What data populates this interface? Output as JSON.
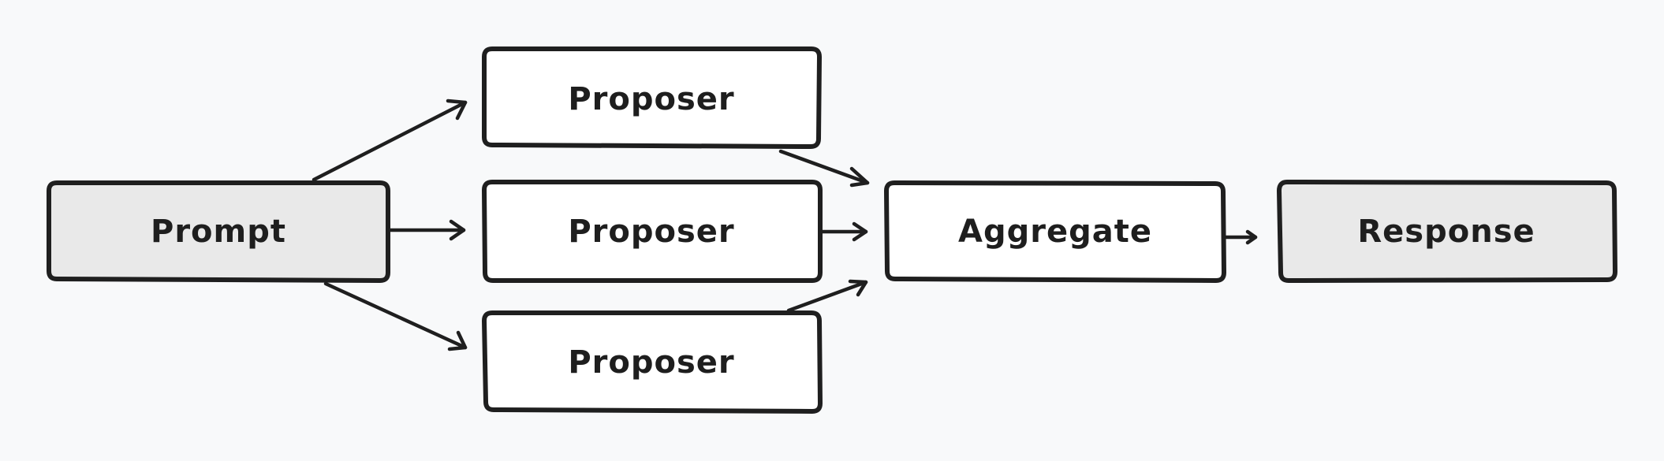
{
  "colors": {
    "background": "#f8f9fa",
    "stroke": "#1f1f1f",
    "io_fill": "#e9e9e9",
    "process_fill": "#ffffff"
  },
  "nodes": {
    "prompt": {
      "label": "Prompt",
      "fill": "#e9e9e9"
    },
    "proposer_1": {
      "label": "Proposer",
      "fill": "#ffffff"
    },
    "proposer_2": {
      "label": "Proposer",
      "fill": "#ffffff"
    },
    "proposer_3": {
      "label": "Proposer",
      "fill": "#ffffff"
    },
    "aggregate": {
      "label": "Aggregate",
      "fill": "#ffffff"
    },
    "response": {
      "label": "Response",
      "fill": "#e9e9e9"
    }
  },
  "edges": [
    {
      "from": "Prompt",
      "to": "Proposer 1"
    },
    {
      "from": "Prompt",
      "to": "Proposer 2"
    },
    {
      "from": "Prompt",
      "to": "Proposer 3"
    },
    {
      "from": "Proposer 1",
      "to": "Aggregate"
    },
    {
      "from": "Proposer 2",
      "to": "Aggregate"
    },
    {
      "from": "Proposer 3",
      "to": "Aggregate"
    },
    {
      "from": "Aggregate",
      "to": "Response"
    }
  ]
}
